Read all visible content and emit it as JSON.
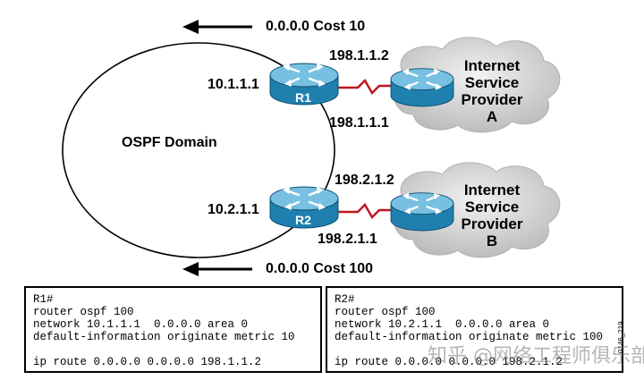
{
  "default_route_top": "0.0.0.0 Cost 10",
  "default_route_bottom": "0.0.0.0 Cost 100",
  "domain_label": "OSPF Domain",
  "r1": {
    "name": "R1",
    "internal_ip": "10.1.1.1",
    "external_ip": "198.1.1.1",
    "isp_ip": "198.1.1.2"
  },
  "r2": {
    "name": "R2",
    "internal_ip": "10.2.1.1",
    "external_ip": "198.2.1.1",
    "isp_ip": "198.2.1.2"
  },
  "isp_a": [
    "Internet",
    "Service",
    "Provider",
    "A"
  ],
  "isp_b": [
    "Internet",
    "Service",
    "Provider",
    "B"
  ],
  "config_r1": [
    "R1#",
    "router ospf 100",
    "network 10.1.1.1  0.0.0.0 area 0",
    "default-information originate metric 10",
    "",
    "ip route 0.0.0.0 0.0.0.0 198.1.1.2"
  ],
  "config_r2": [
    "R2#",
    "router ospf 100",
    "network 10.2.1.1  0.0.0.0 area 0",
    "default-information originate metric 100",
    "",
    "ip route 0.0.0.0 0.0.0.0 198.2.1.2"
  ],
  "figure_code": "0146_219",
  "watermark": "知乎 @网络工程师俱乐部",
  "colors": {
    "router_body": "#2a8fbf",
    "router_top": "#7fc3e3",
    "cloud": "#d6d6d6",
    "serial_link": "#c0161c"
  }
}
